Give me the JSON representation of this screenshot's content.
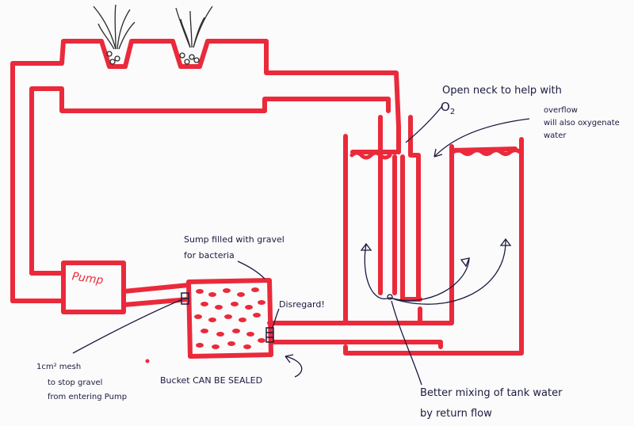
{
  "colors": {
    "pipe": "#ea2a3b",
    "ink": "#1a1a40",
    "paper": "#fbfbfb",
    "plant": "#2b2b2b"
  },
  "labels": {
    "pump": "Pump",
    "open_neck_line1": "Open neck to help with",
    "open_neck_line2": "O",
    "open_neck_sub": "2",
    "overflow_line1": "overflow",
    "overflow_line2": "will also oxygenate",
    "overflow_line3": "water",
    "sump_line1": "Sump filled with gravel",
    "sump_line2": "for bacteria",
    "disregard": "Disregard!",
    "mesh_line1": "1cm² mesh",
    "mesh_line2": "to stop gravel",
    "mesh_line3": "from entering Pump",
    "bucket": "Bucket CAN BE SEALED",
    "mixing_line1": "Better mixing of tank water",
    "mixing_line2": "by return flow"
  }
}
